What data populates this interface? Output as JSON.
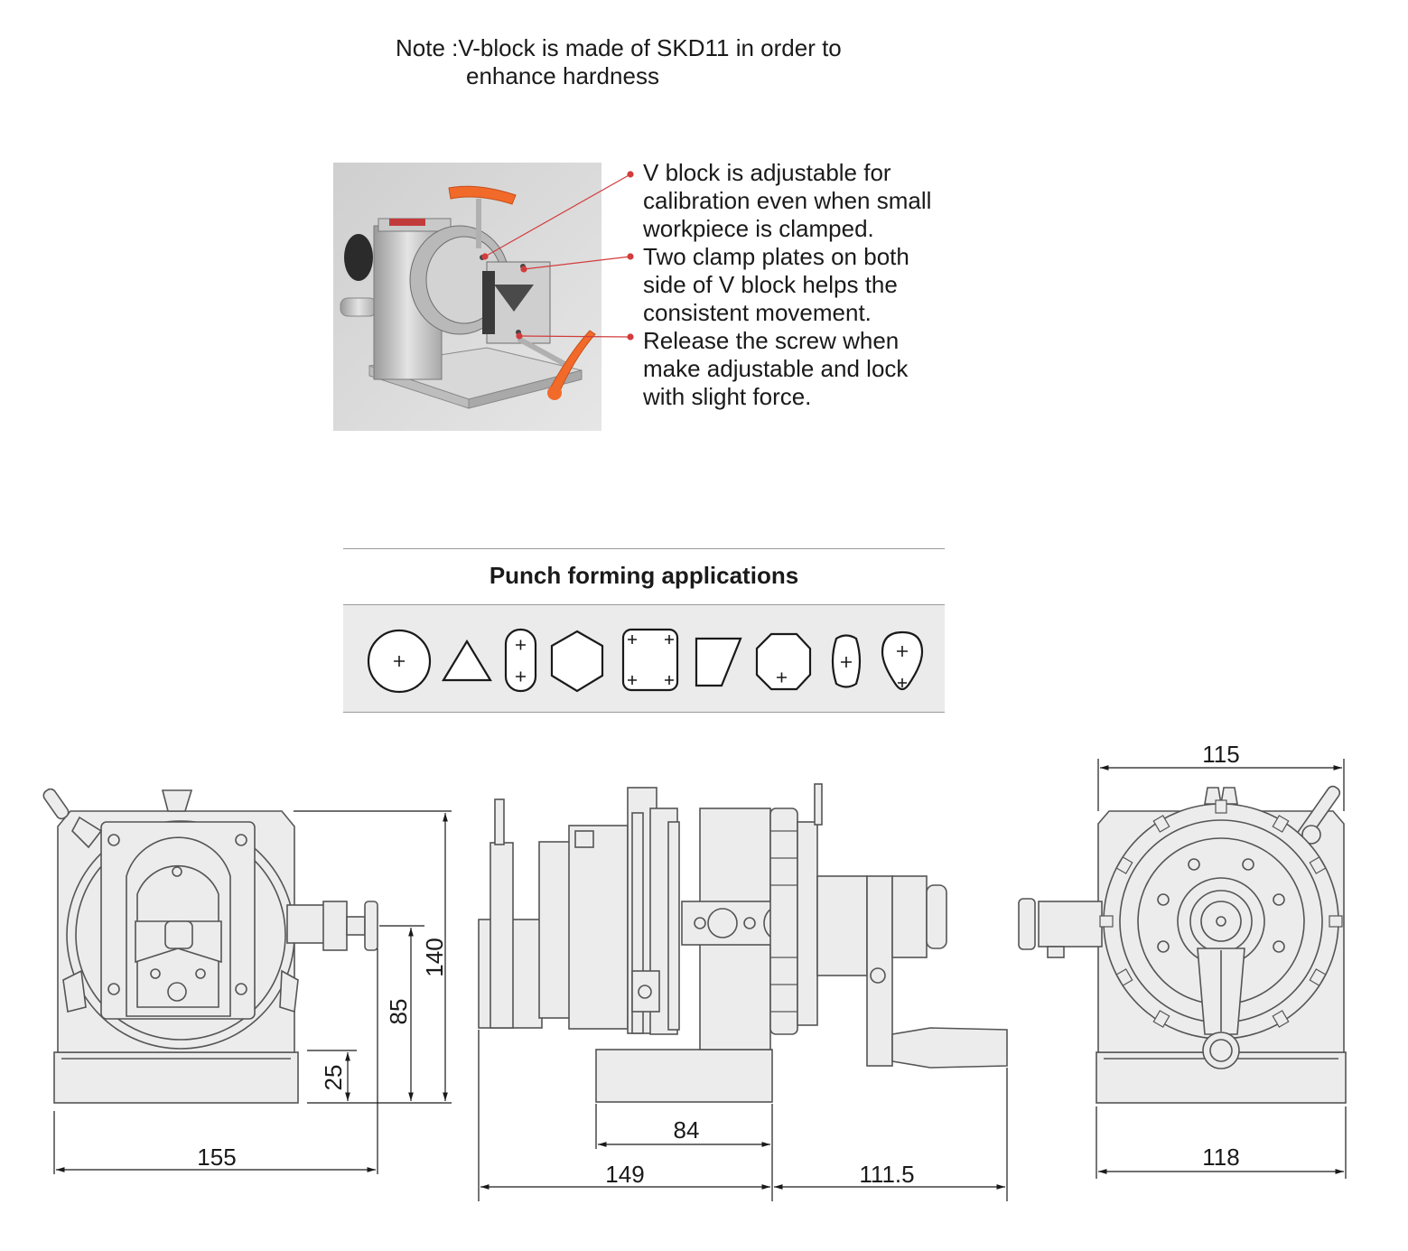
{
  "note": {
    "line1": "Note :V-block is made of SKD11 in order to",
    "line2": "enhance hardness"
  },
  "features": [
    {
      "lines": [
        "V block is adjustable for",
        "calibration even when small",
        "workpiece is clamped."
      ]
    },
    {
      "lines": [
        "Two clamp plates on both",
        "side of V block helps the",
        "consistent movement."
      ]
    },
    {
      "lines": [
        "Release the screw when",
        "make adjustable and lock",
        "with slight force."
      ]
    }
  ],
  "section": {
    "title": "Punch forming applications",
    "shapes": [
      "round",
      "triangle",
      "obround",
      "hexagon",
      "rounded-square",
      "trapezoid",
      "octagon",
      "flat-sided-round",
      "teardrop"
    ]
  },
  "dimensions": {
    "front_view": {
      "width": "155",
      "height_total": "140",
      "height_center": "85",
      "height_base": "25"
    },
    "side_view": {
      "base_length": "84",
      "body_length": "149",
      "handle_reach": "111.5"
    },
    "rear_view": {
      "top_width": "115",
      "base_width": "118"
    }
  },
  "colors": {
    "callout_line": "#d33c3c",
    "handle_orange": "#f26a2a",
    "drawing_fill": "#ececec",
    "drawing_stroke": "#555555",
    "panel_bg": "#ebebeb"
  }
}
